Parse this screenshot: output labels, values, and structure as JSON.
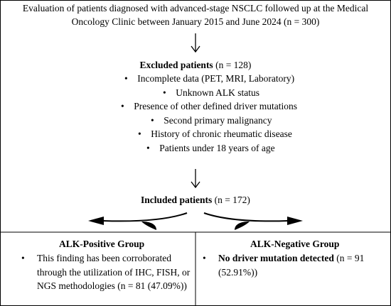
{
  "header": {
    "line1": "Evaluation of patients diagnosed with advanced-stage NSCLC followed up at the Medical",
    "line2": "Oncology Clinic between January 2015 and June 2024 (n = 300)"
  },
  "excluded": {
    "title": "Excluded patients",
    "count": " (n = 128)",
    "items": [
      "Incomplete data (PET, MRI, Laboratory)",
      "Unknown ALK status",
      "Presence of other defined driver mutations",
      "Second primary malignancy",
      "History of chronic rheumatic disease",
      "Patients under 18 years of age"
    ]
  },
  "included": {
    "title": "Included patients",
    "count": " (n = 172)"
  },
  "alk_positive": {
    "title": "ALK-Positive Group",
    "lines": [
      "This finding has been corroborated",
      "through the utilization of IHC, FISH, or",
      "NGS methodologies (n = 81 (47.09%))"
    ]
  },
  "alk_negative": {
    "title": "ALK-Negative Group",
    "bold": "No driver mutation detected",
    "count": " (n = 91",
    "line2": "(52.91%))"
  },
  "bullet_char": "•"
}
